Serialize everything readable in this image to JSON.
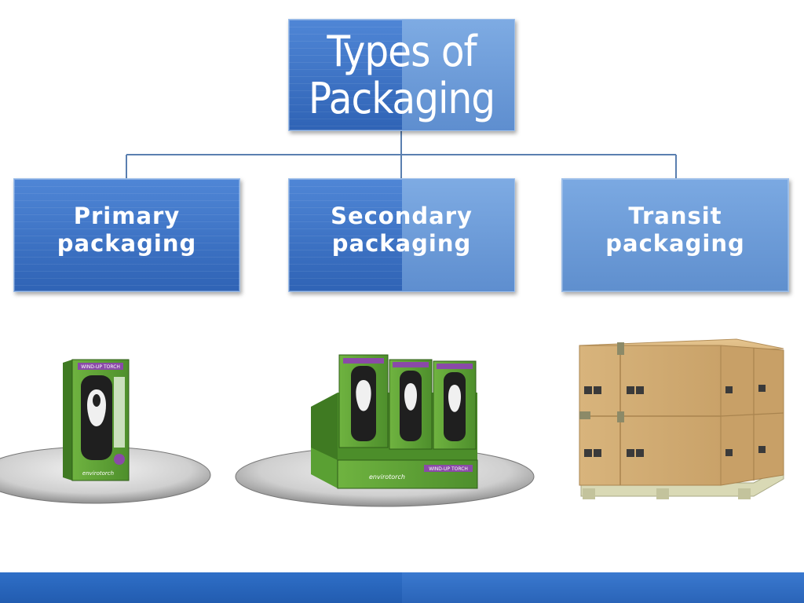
{
  "diagram": {
    "root": {
      "label_line1": "Types of",
      "label_line2": "Packaging"
    },
    "children": [
      {
        "label_line1": "Primary",
        "label_line2": "packaging",
        "illustration": "single-product-box"
      },
      {
        "label_line1": "Secondary",
        "label_line2": "packaging",
        "illustration": "display-tray-with-boxes"
      },
      {
        "label_line1": "Transit",
        "label_line2": "packaging",
        "illustration": "pallet-of-cartons"
      }
    ]
  },
  "product": {
    "box_banner": "WIND-UP TORCH",
    "brand": "envirotorch",
    "tray_banner": "WIND-UP TORCH"
  },
  "colors": {
    "box_blue": "#3a72c7",
    "box_blue_light": "#6f9fd9",
    "connector": "#5a7fb0",
    "product_green": "#5fa33a",
    "cardboard": "#d9b67f"
  }
}
